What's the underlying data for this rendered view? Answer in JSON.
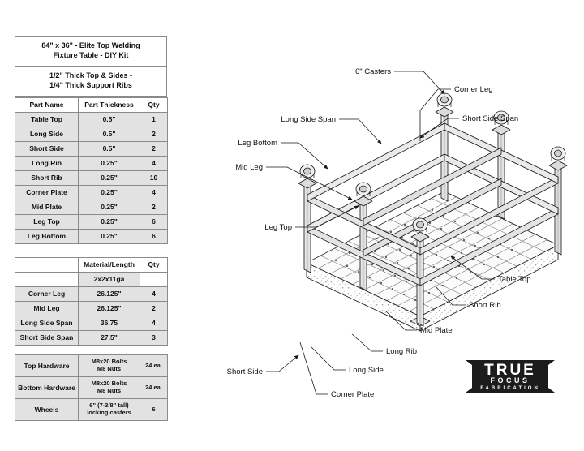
{
  "title_block": {
    "main": "84\" x 36\" - Elite Top Welding Fixture Table - DIY Kit",
    "sub": "1/2\" Thick Top & Sides - 1/4\" Thick Support Ribs"
  },
  "parts_table": {
    "headers": [
      "Part Name",
      "Part Thickness",
      "Qty"
    ],
    "rows": [
      [
        "Table Top",
        "0.5\"",
        "1"
      ],
      [
        "Long Side",
        "0.5\"",
        "2"
      ],
      [
        "Short Side",
        "0.5\"",
        "2"
      ],
      [
        "Long Rib",
        "0.25\"",
        "4"
      ],
      [
        "Short Rib",
        "0.25\"",
        "10"
      ],
      [
        "Corner Plate",
        "0.25\"",
        "4"
      ],
      [
        "Mid Plate",
        "0.25\"",
        "2"
      ],
      [
        "Leg Top",
        "0.25\"",
        "6"
      ],
      [
        "Leg Bottom",
        "0.25\"",
        "6"
      ]
    ]
  },
  "material_table": {
    "headers": [
      "",
      "Material/Length",
      "Qty"
    ],
    "rows": [
      [
        "",
        "2x2x11ga",
        ""
      ],
      [
        "Corner Leg",
        "26.125\"",
        "4"
      ],
      [
        "Mid Leg",
        "26.125\"",
        "2"
      ],
      [
        "Long Side Span",
        "36.75",
        "4"
      ],
      [
        "Short Side Span",
        "27.5\"",
        "3"
      ]
    ]
  },
  "hardware_table": {
    "rows": [
      [
        "Top Hardware",
        "M8x20 Bolts\nM8 Nuts",
        "24 ea."
      ],
      [
        "Bottom Hardware",
        "M8x20 Bolts\nM8 Nuts",
        "24 ea."
      ],
      [
        "Wheels",
        "6\" (7-3/8\" tall)\nlocking casters",
        "6"
      ]
    ]
  },
  "callouts": {
    "casters": "6\" Casters",
    "corner_leg": "Corner Leg",
    "long_side_span": "Long Side Span",
    "short_side_span": "Short Side Span",
    "leg_bottom": "Leg Bottom",
    "mid_leg": "Mid Leg",
    "leg_top": "Leg Top",
    "table_top": "Table Top",
    "short_rib": "Short Rib",
    "mid_plate": "Mid Plate",
    "long_rib": "Long Rib",
    "long_side": "Long Side",
    "short_side": "Short Side",
    "corner_plate": "Corner Plate"
  },
  "logo": {
    "line1": "TRUE",
    "line2": "FOCUS",
    "line3": "FABRICATION",
    "color": "#1c1c1c"
  }
}
